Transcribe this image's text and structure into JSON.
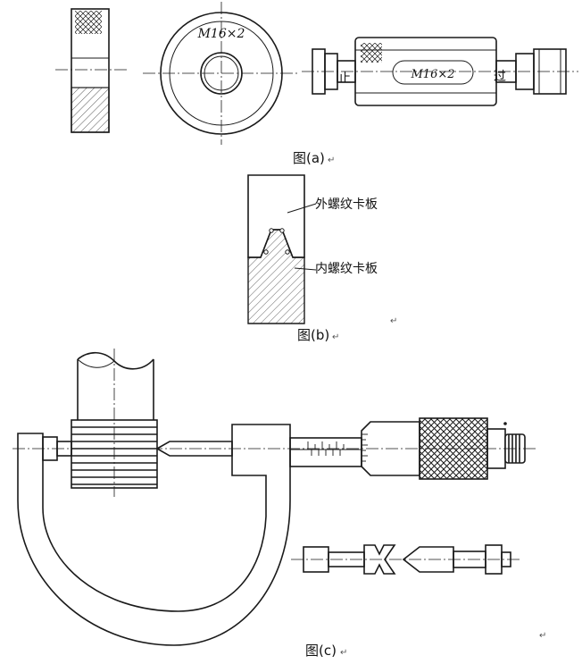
{
  "figure_a": {
    "caption": "图(a)",
    "ring_marking": "M16×2",
    "plug_marking": "M16×2",
    "nogo_label": "止",
    "go_label": "过"
  },
  "figure_b": {
    "caption": "图(b)",
    "outer_plate_label": "外螺纹卡板",
    "inner_plate_label": "内螺纹卡板"
  },
  "figure_c": {
    "caption": "图(c)"
  },
  "return_mark": "↵"
}
